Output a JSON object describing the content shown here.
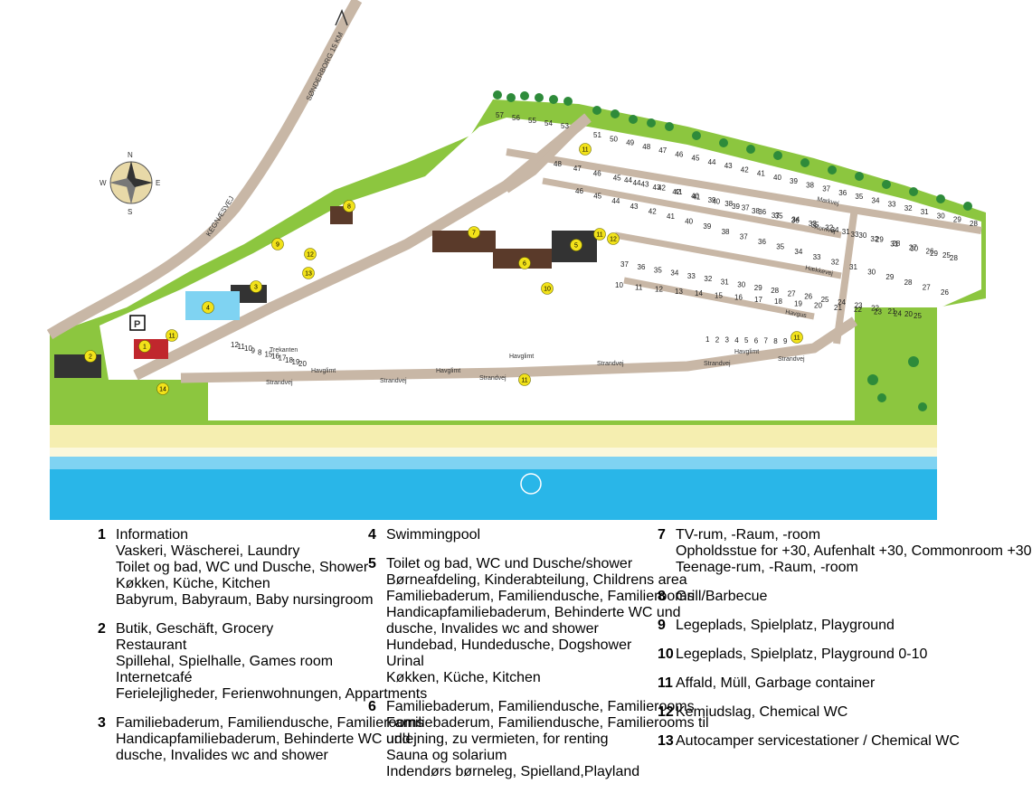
{
  "map": {
    "road_labels": {
      "highway": "SØNDERBORG 15 KM",
      "kegnaesvej": "KEGNÆSVEJ",
      "havglimt": "Havglimt",
      "strandvej": "Strandvej",
      "trekanten": "Trekanten",
      "markvej": "Markvej",
      "kornvej": "Kornvej",
      "haekkevej": "Hækkevej",
      "havgus": "Havgus"
    },
    "compass": {
      "n": "N",
      "s": "S",
      "e": "E",
      "w": "W"
    },
    "parking": "P",
    "colors": {
      "grass": "#8cc63f",
      "road": "#c8b7a6",
      "sea": "#29b6e8",
      "sand": "#f5eeb0",
      "pitch": "#ffffff",
      "hedge": "#2e8b3a",
      "facility_marker": "#f2e21a",
      "star": "#2a3f7a",
      "chemical_marker": "#e03030"
    },
    "facility_markers": [
      "1",
      "2",
      "3",
      "4",
      "5",
      "6",
      "7",
      "8",
      "9",
      "10",
      "11",
      "11",
      "11",
      "11",
      "11",
      "12",
      "12",
      "13",
      "14"
    ],
    "pitch_numbers_row_top": [
      "57",
      "56",
      "55",
      "54",
      "53"
    ],
    "pitch_numbers_row_a": [
      "51",
      "50",
      "49",
      "48",
      "47",
      "46",
      "45",
      "44",
      "43",
      "42",
      "41",
      "40",
      "39",
      "38",
      "37",
      "36",
      "35",
      "34",
      "33",
      "32",
      "31",
      "30",
      "29",
      "28"
    ],
    "pitch_numbers_row_b": [
      "48",
      "47",
      "46",
      "45",
      "44",
      "43",
      "42",
      "41",
      "40",
      "39",
      "38",
      "37",
      "36",
      "35",
      "34",
      "33",
      "32",
      "31",
      "30",
      "29",
      "28"
    ],
    "pitch_numbers_row_c": [
      "46",
      "45",
      "44",
      "43",
      "42",
      "41",
      "40",
      "39",
      "38",
      "37",
      "36",
      "35",
      "34",
      "33",
      "32",
      "31",
      "30",
      "29",
      "28",
      "27",
      "26"
    ],
    "pitch_numbers_row_d": [
      "44",
      "43",
      "42",
      "41",
      "40",
      "39",
      "38",
      "37",
      "36",
      "35",
      "34",
      "33",
      "32",
      "31",
      "30",
      "29",
      "28",
      "27",
      "26",
      "25"
    ],
    "pitch_numbers_row_e": [
      "37",
      "36",
      "35",
      "34",
      "33",
      "32",
      "31",
      "30",
      "29",
      "28",
      "27",
      "26",
      "25",
      "24",
      "23",
      "22",
      "21",
      "20"
    ],
    "pitch_numbers_row_f": [
      "10",
      "11",
      "12",
      "13",
      "14",
      "15",
      "16",
      "17",
      "18",
      "19",
      "20",
      "21",
      "22",
      "23",
      "24",
      "25"
    ],
    "pitch_numbers_row_g": [
      "1",
      "2",
      "3",
      "4",
      "5",
      "6",
      "7",
      "8",
      "9"
    ],
    "pitch_numbers_trekanten": [
      "12",
      "11",
      "10",
      "9",
      "8",
      "15",
      "16",
      "17",
      "18",
      "19",
      "20"
    ]
  },
  "legend": [
    {
      "num": "1",
      "lines": [
        "Information",
        "Vaskeri, Wäscherei, Laundry",
        "Toilet og bad, WC und Dusche, Shower",
        "Køkken, Küche, Kitchen",
        "Babyrum, Babyraum, Baby nursingroom"
      ]
    },
    {
      "num": "2",
      "lines": [
        "Butik, Geschäft, Grocery",
        "Restaurant",
        "Spillehal, Spielhalle, Games room",
        "Internetcafé",
        "Ferielejligheder, Ferienwohnungen, Appartments"
      ]
    },
    {
      "num": "3",
      "lines": [
        "Familiebaderum, Familiendusche, Familierooms",
        "Handicapfamiliebaderum, Behinderte WC und",
        "dusche, Invalides wc and shower"
      ]
    },
    {
      "num": "4",
      "lines": [
        "Swimmingpool"
      ]
    },
    {
      "num": "5",
      "lines": [
        "Toilet og bad, WC und Dusche/shower",
        "Børneafdeling, Kinderabteilung, Childrens area",
        "Familiebaderum, Familiendusche, Familierooms",
        "Handicapfamiliebaderum, Behinderte WC und",
        "dusche, Invalides wc and shower",
        "Hundebad, Hundedusche, Dogshower",
        "Urinal",
        "Køkken, Küche, Kitchen"
      ]
    },
    {
      "num": "6",
      "lines": [
        "Familiebaderum, Familiendusche, Familierooms",
        "Familiebaderum, Familiendusche, Familierooms til",
        "udlejning, zu vermieten, for renting",
        "Sauna og solarium",
        "Indendørs børneleg, Spielland,Playland"
      ]
    },
    {
      "num": "7",
      "lines": [
        "TV-rum, -Raum, -room",
        "Opholdsstue for +30, Aufenhalt +30, Commonroom +30",
        "Teenage-rum, -Raum, -room"
      ]
    },
    {
      "num": "8",
      "lines": [
        "Grill/Barbecue"
      ]
    },
    {
      "num": "9",
      "lines": [
        "Legeplads, Spielplatz, Playground"
      ]
    },
    {
      "num": "10",
      "lines": [
        "Legeplads, Spielplatz, Playground 0-10"
      ]
    },
    {
      "num": "11",
      "lines": [
        "Affald, Müll, Garbage container"
      ]
    },
    {
      "num": "12",
      "lines": [
        "Kemiudslag, Chemical WC"
      ]
    },
    {
      "num": "13",
      "lines": [
        "Autocamper servicestationer / Chemical WC"
      ]
    }
  ]
}
